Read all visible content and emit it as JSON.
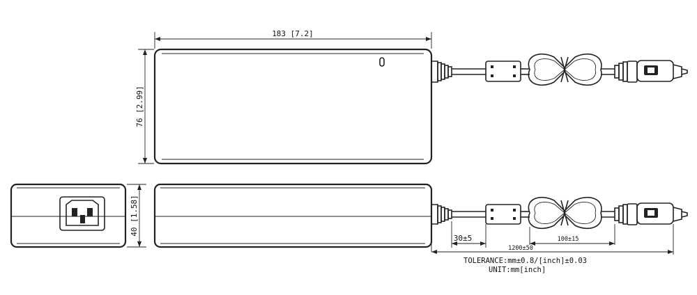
{
  "dimensions": {
    "length": "183 [7.2]",
    "width": "76 [2.99]",
    "height": "40 [1.58]",
    "strain_relief": "30±5",
    "cable_length": "1200±50",
    "plug_lead": "100±15"
  },
  "notes": {
    "tolerance": "TOLERANCE:mm±0.8/[inch]±0.03",
    "unit": "UNIT:mm[inch]"
  }
}
